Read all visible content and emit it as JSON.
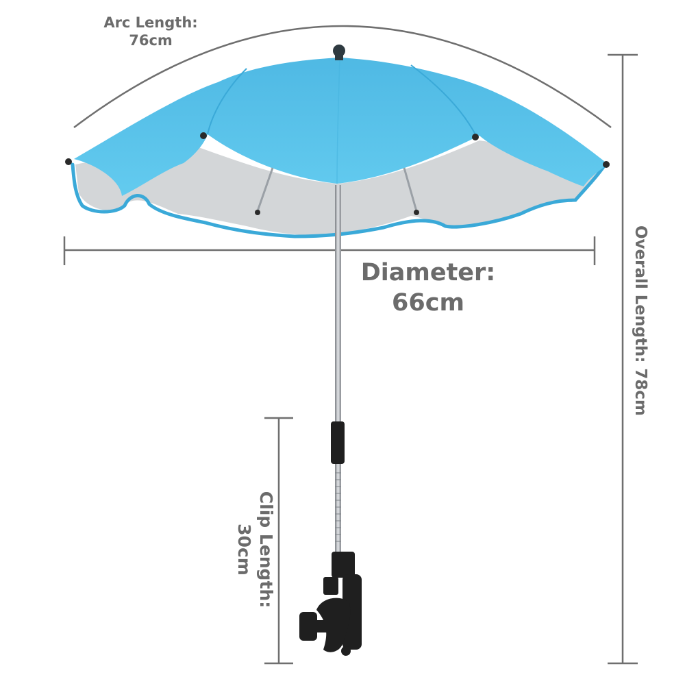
{
  "labels": {
    "arc_length_title": "Arc Length:",
    "arc_length_value": "76cm",
    "diameter_title": "Diameter:",
    "diameter_value": "66cm",
    "overall_length_text": "Overall Length: 78cm",
    "clip_length_title": "Clip Length:",
    "clip_length_value": "30cm"
  },
  "colors": {
    "canopy": "#5bc5ea",
    "canopy_shade": "#3aa9d8",
    "canopy_trim": "#2f9fd0",
    "canopy_underside": "#d3d6d8",
    "dimension_line": "#6f6f6f",
    "label_text": "#6b6b6b",
    "pole": "#a9adb2",
    "clamp": "#1f1f1f"
  }
}
